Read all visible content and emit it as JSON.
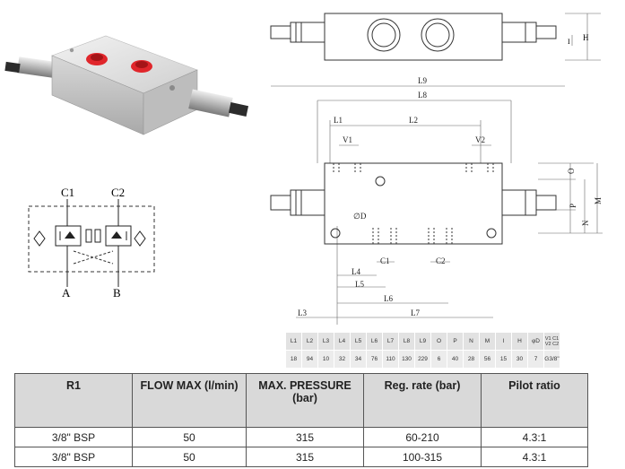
{
  "top_view": {
    "dim_h": "H",
    "dim_i": "I"
  },
  "schematic": {
    "port_c1": "C1",
    "port_c2": "C2",
    "port_a": "A",
    "port_b": "B"
  },
  "drawing": {
    "l9": "L9",
    "l8": "L8",
    "l1": "L1",
    "l2": "L2",
    "v1": "V1",
    "v2": "V2",
    "o": "O",
    "p": "P",
    "n": "N",
    "m": "M",
    "d": "∅D",
    "c1": "C1",
    "c2": "C2",
    "l4": "L4",
    "l5": "L5",
    "l6": "L6",
    "l3": "L3",
    "l7": "L7"
  },
  "dimension_table": {
    "headers": [
      "L1",
      "L2",
      "L3",
      "L4",
      "L5",
      "L6",
      "L7",
      "L8",
      "L9",
      "O",
      "P",
      "N",
      "M",
      "I",
      "H",
      "φD",
      "V1 C1 V2 C2"
    ],
    "values": [
      "18",
      "94",
      "10",
      "32",
      "34",
      "76",
      "110",
      "130",
      "229",
      "6",
      "40",
      "28",
      "56",
      "15",
      "30",
      "7",
      "G3/8\""
    ]
  },
  "spec_table": {
    "headers": [
      "R1",
      "FLOW MAX (l/min)",
      "MAX. PRESSURE (bar)",
      "Reg. rate (bar)",
      "Pilot ratio"
    ],
    "rows": [
      [
        "3/8\" BSP",
        "50",
        "315",
        "60-210",
        "4.3:1"
      ],
      [
        "3/8\" BSP",
        "50",
        "315",
        "100-315",
        "4.3:1"
      ]
    ]
  }
}
